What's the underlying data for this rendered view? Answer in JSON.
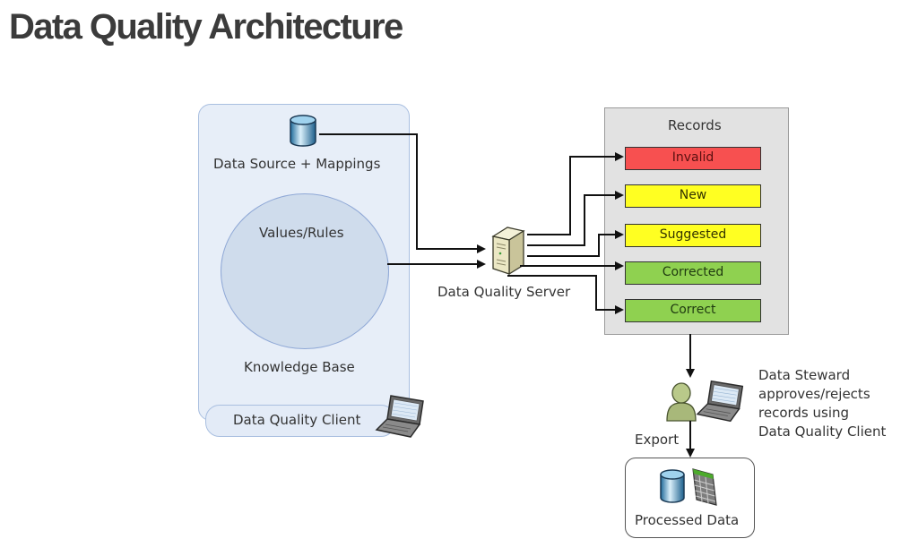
{
  "title": "Data Quality Architecture",
  "knowledge_base": {
    "data_source_label": "Data Source + Mappings",
    "values_rules_label": "Values/Rules",
    "label": "Knowledge Base",
    "client_label": "Data Quality Client"
  },
  "server": {
    "label": "Data Quality Server"
  },
  "records": {
    "title": "Records",
    "items": [
      {
        "label": "Invalid",
        "status": "invalid",
        "color": "#f75050",
        "text_color": "#5a1010"
      },
      {
        "label": "New",
        "status": "new",
        "color": "#ffff22",
        "text_color": "#333300"
      },
      {
        "label": "Suggested",
        "status": "suggested",
        "color": "#ffff22",
        "text_color": "#333300"
      },
      {
        "label": "Corrected",
        "status": "corrected",
        "color": "#8fd150",
        "text_color": "#1f3a10"
      },
      {
        "label": "Correct",
        "status": "correct",
        "color": "#8fd150",
        "text_color": "#1f3a10"
      }
    ]
  },
  "steward": {
    "description": "Data Steward\napproves/rejects\nrecords using\nData Quality Client"
  },
  "export_label": "Export",
  "processed_data_label": "Processed Data",
  "icons": {
    "data_source": "database-icon",
    "server": "server-icon",
    "client": "laptop-icon",
    "steward": "user-icon",
    "processed": "database-icon",
    "spreadsheet": "spreadsheet-icon"
  }
}
